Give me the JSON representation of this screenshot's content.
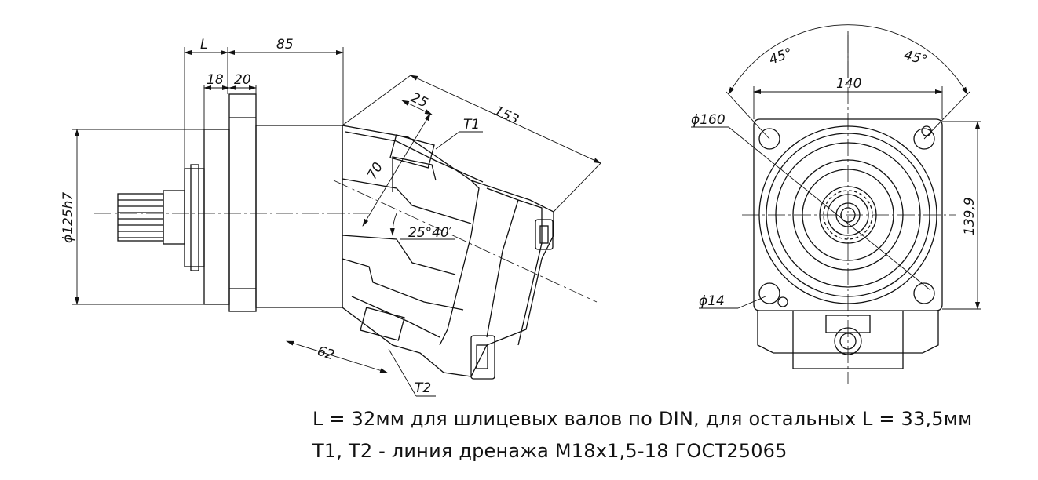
{
  "side_view": {
    "dims": {
      "L": "L",
      "d85": "85",
      "d18": "18",
      "d20": "20",
      "d125": "ϕ125h7",
      "d25": "25",
      "d153": "153",
      "d70": "70",
      "angle": "25°40′",
      "d62": "62",
      "port_t1": "T1",
      "port_t2": "T2"
    }
  },
  "front_view": {
    "dims": {
      "angle_left": "45°",
      "angle_right": "45°",
      "d140": "140",
      "d160": "ϕ160",
      "d139": "139,9",
      "d14": "ϕ14"
    }
  },
  "notes": {
    "line1": "L = 32мм для шлицевых валов по DIN, для остальных L = 33,5мм",
    "line2": "T1, T2 - линия дренажа  M18x1,5-18 ГОСТ25065"
  }
}
